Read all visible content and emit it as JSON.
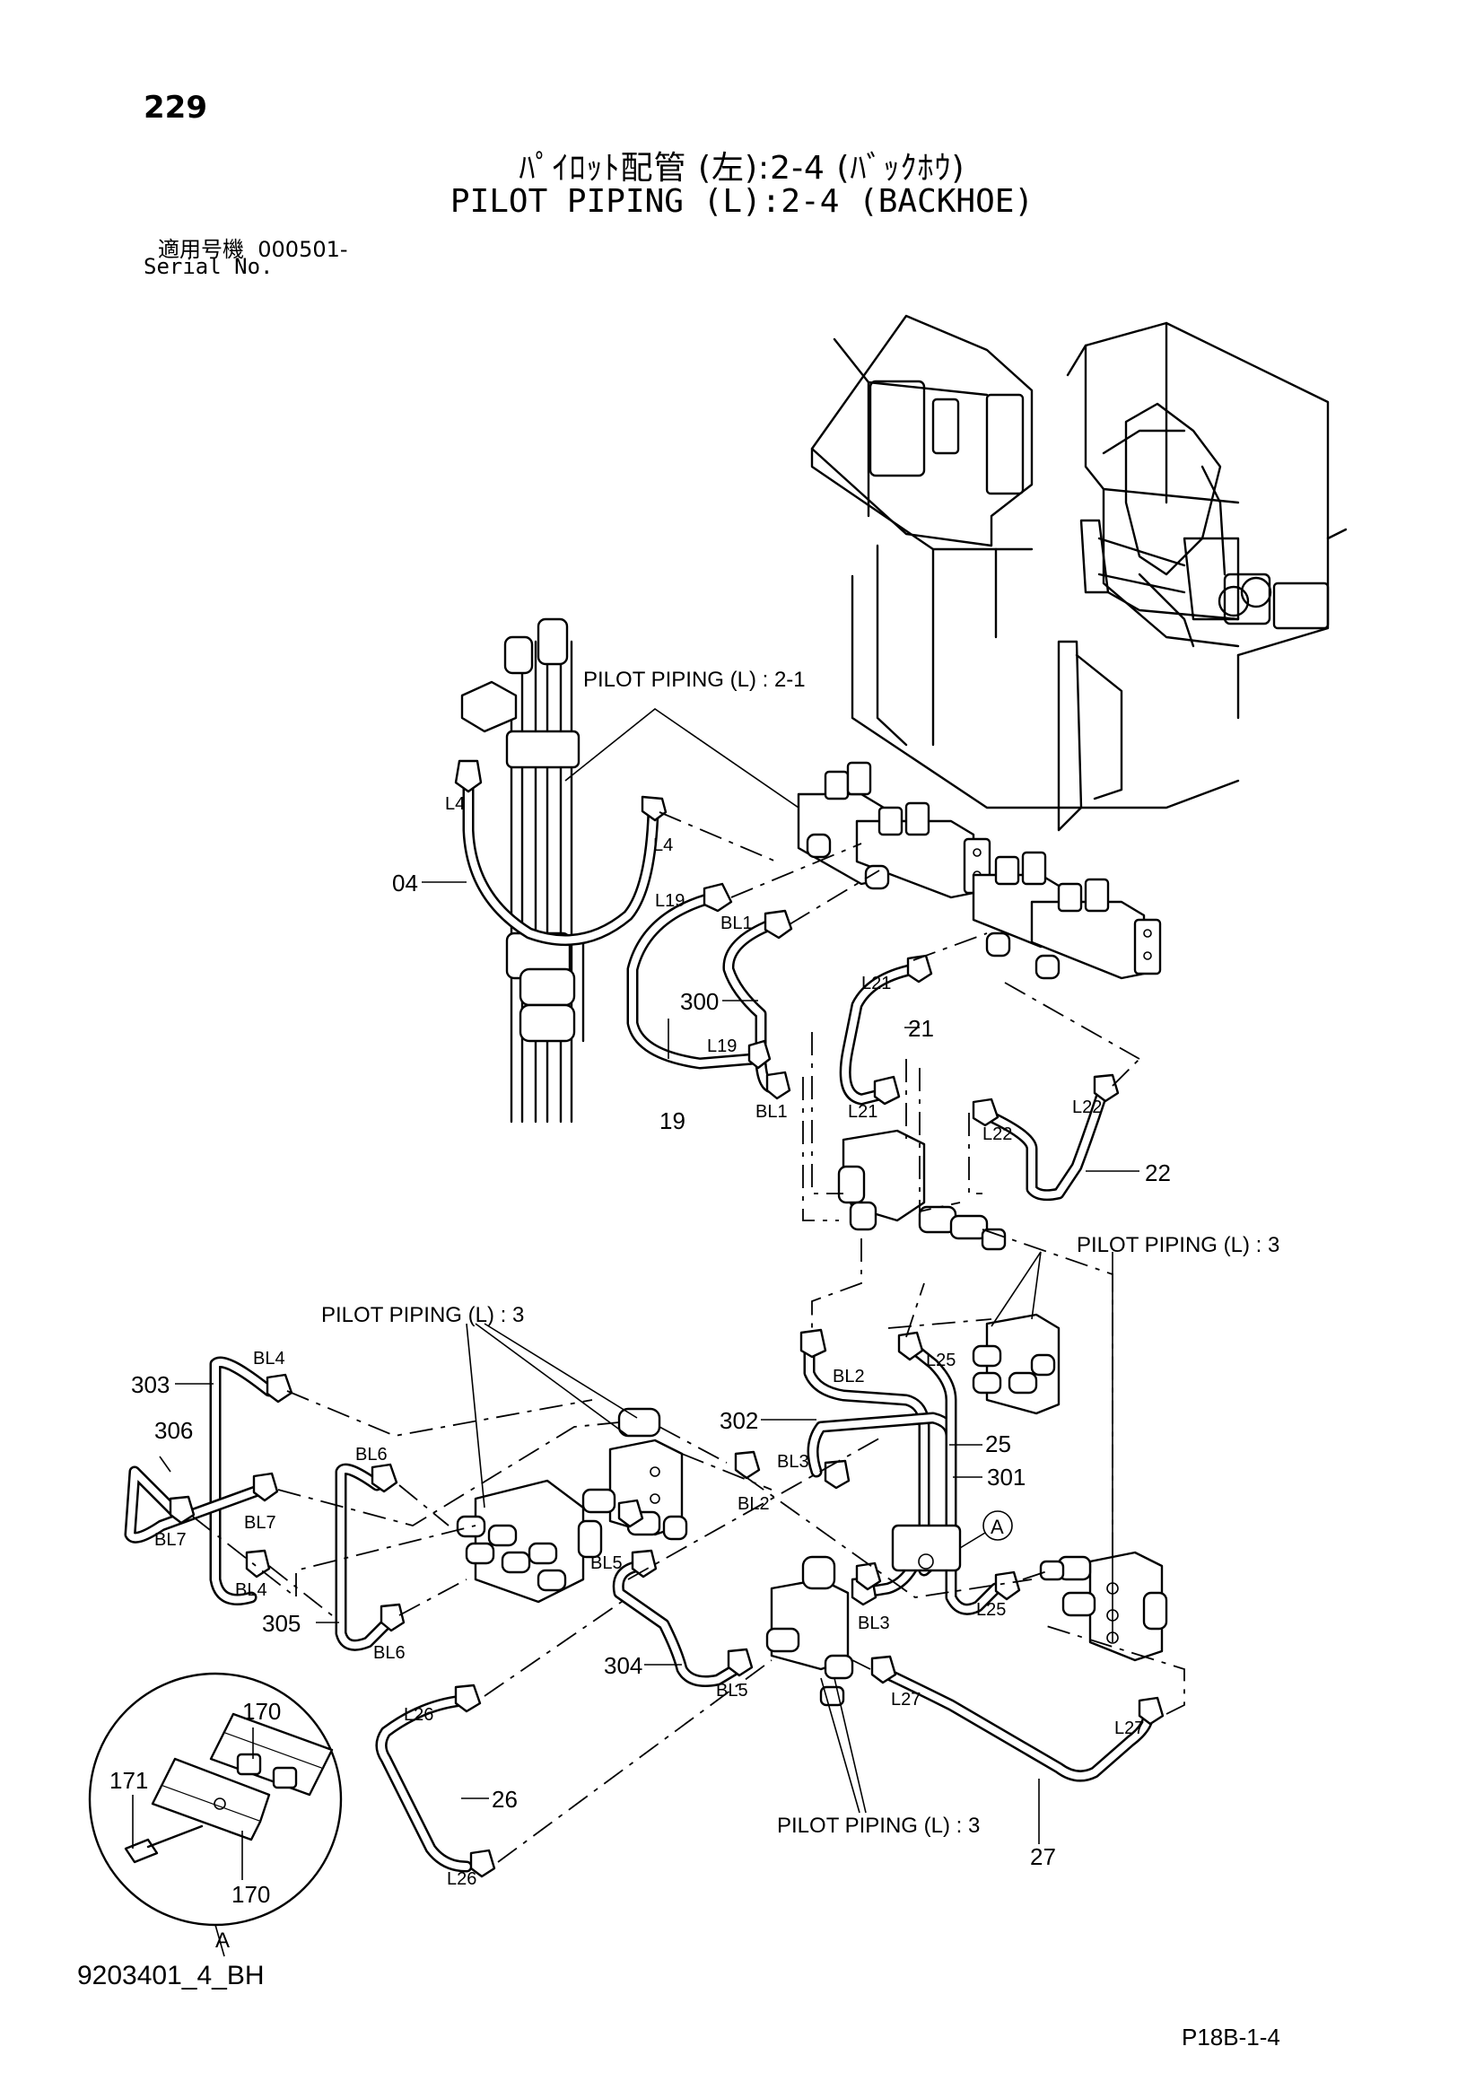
{
  "header": {
    "page_number": "229",
    "title_jp": "ﾊﾟｲﾛｯﾄ配管 (左):2-4 (ﾊﾞｯｸﾎｳ)",
    "title_en": "PILOT PIPING (L):2-4 (BACKHOE)",
    "serial_label_jp": "適用号機",
    "serial_value": "000501-",
    "serial_label_en": "Serial No."
  },
  "footer": {
    "drawing_code": "9203401_4_BH",
    "page_ref": "P18B-1-4"
  },
  "references": {
    "ref_2_1": "PILOT  PIPING (L) : 2-1",
    "ref_3_right": "PILOT  PIPING (L) : 3",
    "ref_3_left": "PILOT  PIPING (L) : 3",
    "ref_3_bottom": "PILOT  PIPING (L) : 3"
  },
  "part_numbers": {
    "p04": "04",
    "p19": "19",
    "p21": "21",
    "p22": "22",
    "p25": "25",
    "p26": "26",
    "p27": "27",
    "p300": "300",
    "p301": "301",
    "p302": "302",
    "p303": "303",
    "p304": "304",
    "p305": "305",
    "p306": "306",
    "p170_top": "170",
    "p170_bottom": "170",
    "p171": "171"
  },
  "port_labels": {
    "l4_left": "L4",
    "l4_right": "L4",
    "l19_top": "L19",
    "l19_bottom": "L19",
    "bl1_top": "BL1",
    "bl1_bottom": "BL1",
    "l21_top": "L21",
    "l21_bottom": "L21",
    "l22_left": "L22",
    "l22_right": "L22",
    "bl2_top": "BL2",
    "bl2_bottom": "BL2",
    "bl3_top": "BL3",
    "bl3_bottom": "BL3",
    "l25_top": "L25",
    "l25_bottom": "L25",
    "bl4_top": "BL4",
    "bl4_bottom": "BL4",
    "bl5_top": "BL5",
    "bl5_bottom": "BL5",
    "bl6_top": "BL6",
    "bl6_bottom": "BL6",
    "bl7_left": "BL7",
    "bl7_right": "BL7",
    "l26_top": "L26",
    "l26_bottom": "L26",
    "l27_top": "L27",
    "l27_bottom": "L27"
  },
  "detail": {
    "marker": "A",
    "view_label": "A"
  }
}
